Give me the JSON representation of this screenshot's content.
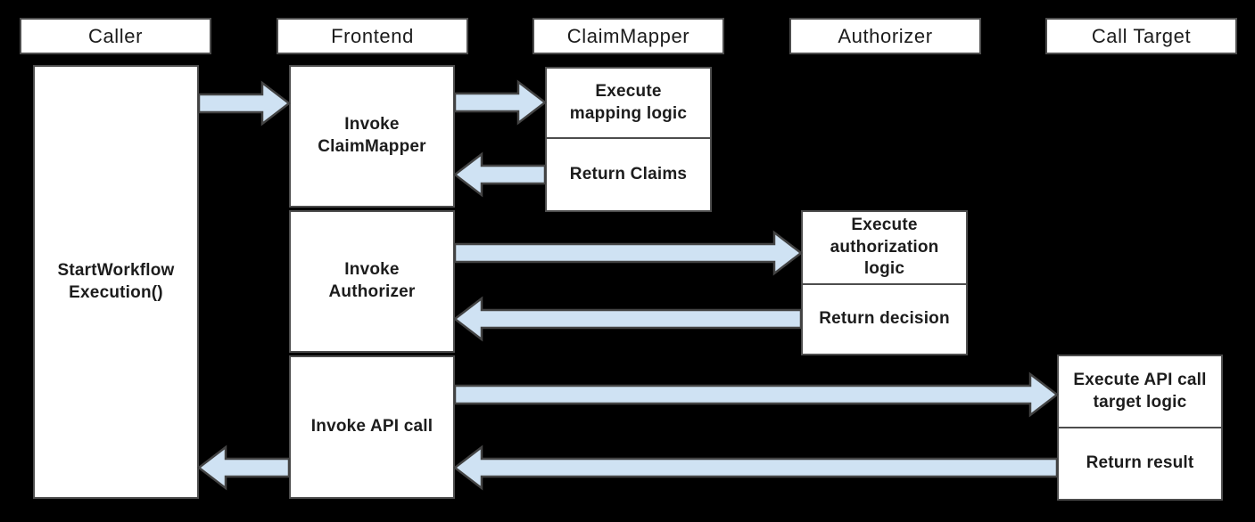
{
  "colors": {
    "background": "#000000",
    "box_fill": "#ffffff",
    "box_border": "#4d4d4d",
    "arrow_fill": "#cfe2f3",
    "arrow_stroke": "#434343",
    "text": "#1c1c1c"
  },
  "lifelines": [
    {
      "id": "caller",
      "label": "Caller"
    },
    {
      "id": "frontend",
      "label": "Frontend"
    },
    {
      "id": "claim-mapper",
      "label": "ClaimMapper"
    },
    {
      "id": "authorizer",
      "label": "Authorizer"
    },
    {
      "id": "call-target",
      "label": "Call Target"
    }
  ],
  "caller": {
    "activity": "StartWorkflow\nExecution()"
  },
  "frontend_steps": [
    {
      "label": "Invoke\nClaimMapper"
    },
    {
      "label": "Invoke\nAuthorizer"
    },
    {
      "label": "Invoke API call"
    }
  ],
  "claim_mapper_steps": [
    {
      "label": "Execute\nmapping logic"
    },
    {
      "label": "Return Claims"
    }
  ],
  "authorizer_steps": [
    {
      "label": "Execute\nauthorization\nlogic"
    },
    {
      "label": "Return decision"
    }
  ],
  "call_target_steps": [
    {
      "label": "Execute API call\ntarget logic"
    },
    {
      "label": "Return result"
    }
  ],
  "messages": [
    {
      "from": "Caller",
      "to": "Frontend"
    },
    {
      "from": "Frontend",
      "to": "ClaimMapper"
    },
    {
      "from": "ClaimMapper",
      "to": "Frontend"
    },
    {
      "from": "Frontend",
      "to": "Authorizer"
    },
    {
      "from": "Authorizer",
      "to": "Frontend"
    },
    {
      "from": "Frontend",
      "to": "Call Target"
    },
    {
      "from": "Call Target",
      "to": "Frontend"
    },
    {
      "from": "Frontend",
      "to": "Caller"
    }
  ]
}
